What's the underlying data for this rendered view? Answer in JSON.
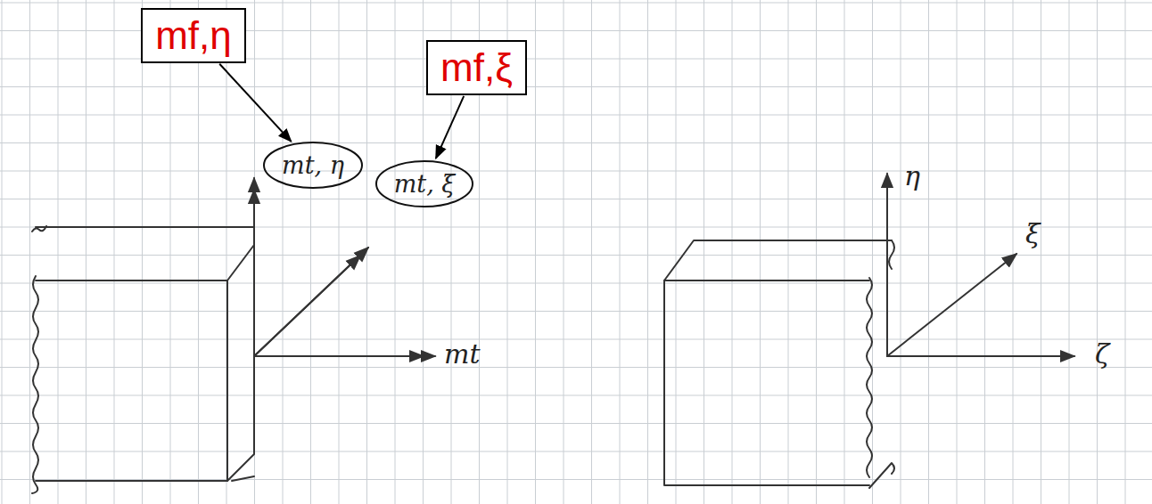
{
  "diagram": {
    "nodes": [
      {
        "text": [
          "mf,η"
        ]
      },
      {
        "text": [
          "mf,ξ"
        ]
      },
      {
        "text": [
          "mt, η"
        ]
      },
      {
        "text": [
          "mt, ξ"
        ]
      }
    ],
    "edges": [
      {
        "from": 0,
        "to": 2,
        "arrow": "to"
      },
      {
        "from": 1,
        "to": 3,
        "arrow": "to"
      }
    ],
    "labels": [
      "mt",
      "η",
      "ξ",
      "ζ"
    ]
  }
}
